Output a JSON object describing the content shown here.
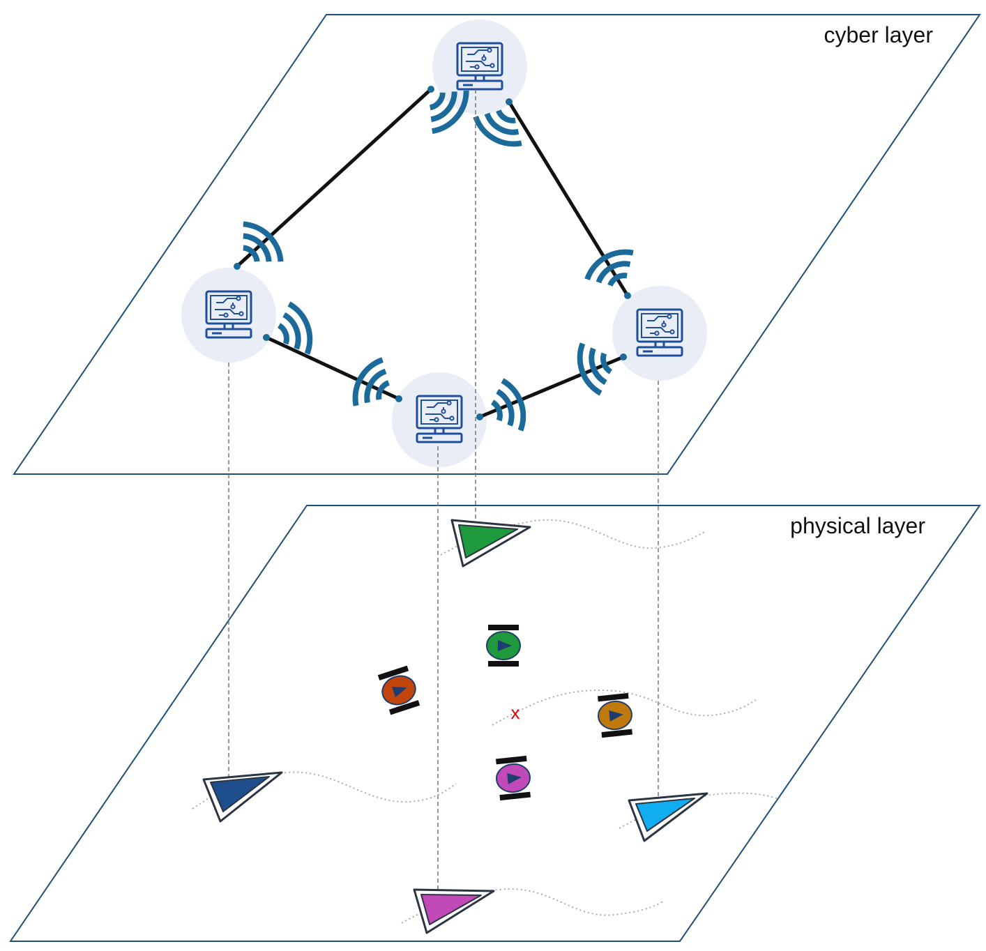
{
  "layers": {
    "cyber_label": "cyber layer",
    "physical_label": "physical layer"
  },
  "target_marker": "x",
  "icons": {
    "node": "computer-circuit-icon",
    "wireless": "wifi-signal-icon",
    "agent": "triangle-agent-icon",
    "robot": "wheeled-robot-icon"
  },
  "colors": {
    "layer_border": "#1f4e79",
    "node_halo": "#e9edf5",
    "node_icon": "#1f4e9c",
    "link": "#111111",
    "wifi": "#1b6a9a",
    "projection": "#777777",
    "trajectory": "#aaaaaa",
    "target": "#e00000"
  },
  "agents": [
    {
      "id": "agent-green",
      "color": "#1e9a3c"
    },
    {
      "id": "agent-blue",
      "color": "#1f4e8c"
    },
    {
      "id": "agent-magenta",
      "color": "#c24ab8"
    },
    {
      "id": "agent-cyan",
      "color": "#10aef0"
    }
  ],
  "robots": [
    {
      "id": "robot-green",
      "color": "#1e9a3c"
    },
    {
      "id": "robot-orange",
      "color": "#c0440c"
    },
    {
      "id": "robot-amber",
      "color": "#c07a0c"
    },
    {
      "id": "robot-magenta",
      "color": "#c24ab8"
    }
  ]
}
